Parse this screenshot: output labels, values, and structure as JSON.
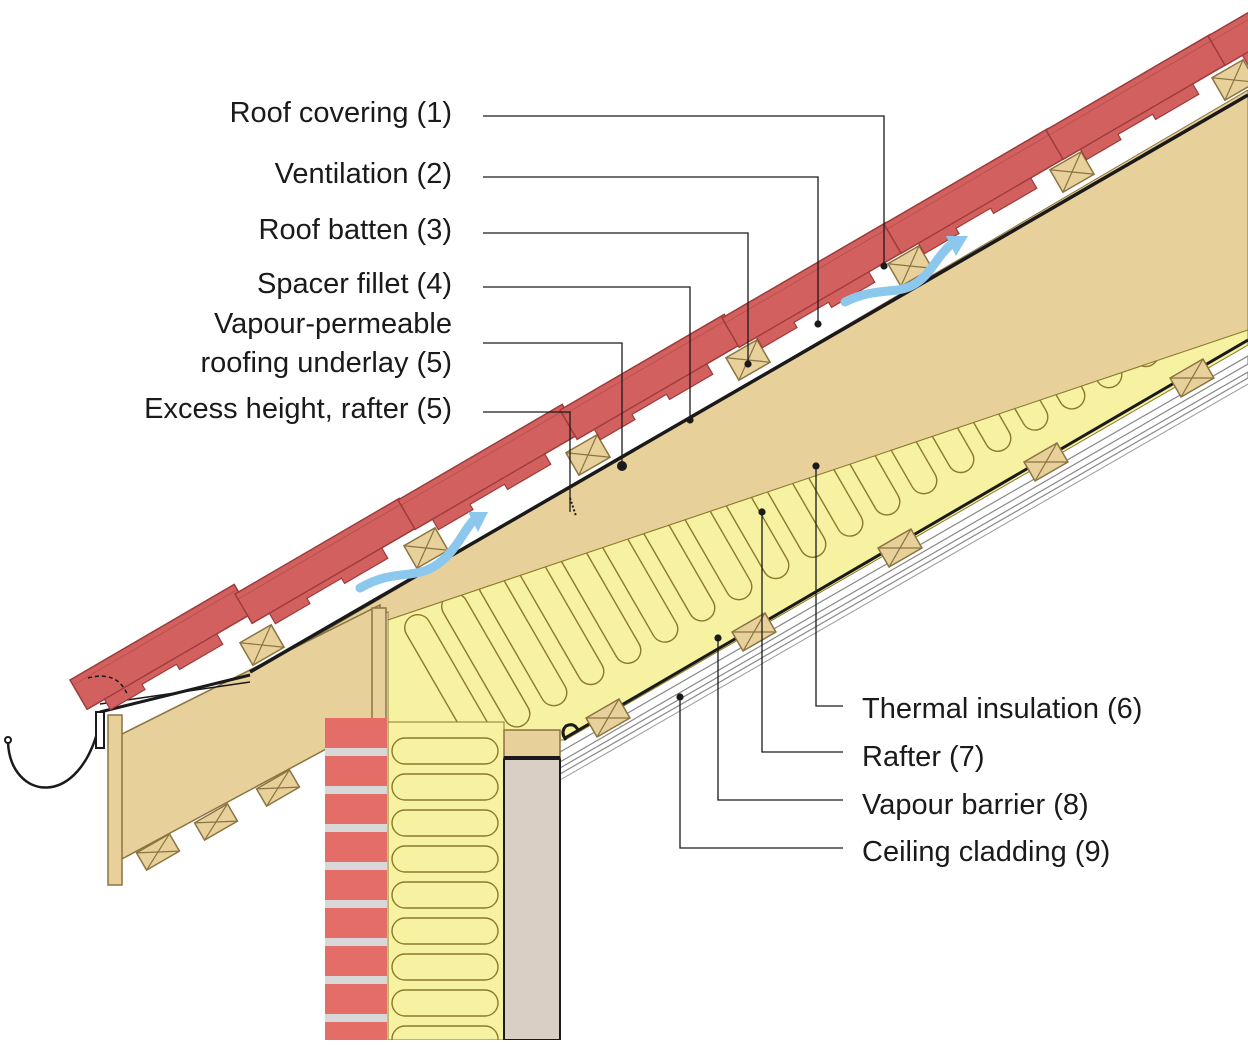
{
  "colors": {
    "tile": "#d2605f",
    "tile_dark": "#9e3b3a",
    "underlay_band": "#f0c8a8",
    "timber": "#e8d09b",
    "timber_edge": "#8a7440",
    "insulation": "#f7f1a2",
    "insulation_line": "#8a7a2a",
    "brick": "#e56d68",
    "mortar": "#d8d8d8",
    "plaster": "#d9cfc5",
    "airflow": "#8cc8ee",
    "line": "#1a1a1a"
  },
  "labels": {
    "roof_covering": "Roof covering (1)",
    "ventilation": "Ventilation (2)",
    "roof_batten": "Roof batten (3)",
    "spacer_fillet": "Spacer fillet (4)",
    "underlay_line1": "Vapour-permeable",
    "underlay_line2": "roofing underlay (5)",
    "excess_height": "Excess height, rafter (5)",
    "thermal_insulation": "Thermal insulation (6)",
    "rafter": "Rafter (7)",
    "vapour_barrier": "Vapour barrier (8)",
    "ceiling_cladding": "Ceiling cladding (9)"
  }
}
